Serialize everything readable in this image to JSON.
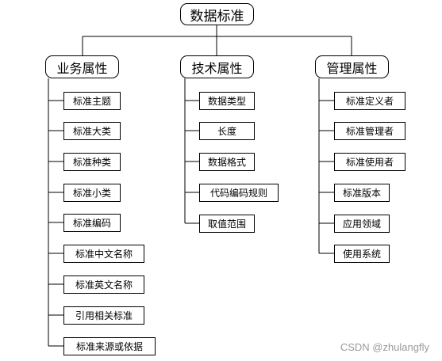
{
  "diagram": {
    "root": "数据标准",
    "categories": [
      {
        "label": "业务属性",
        "items": [
          "标准主题",
          "标准大类",
          "标准种类",
          "标准小类",
          "标准编码",
          "标准中文名称",
          "标准英文名称",
          "引用相关标准",
          "标准来源或依据"
        ]
      },
      {
        "label": "技术属性",
        "items": [
          "数据类型",
          "长度",
          "数据格式",
          "代码编码规则",
          "取值范围"
        ]
      },
      {
        "label": "管理属性",
        "items": [
          "标准定义者",
          "标准管理者",
          "标准使用者",
          "标准版本",
          "应用领域",
          "使用系统"
        ]
      }
    ]
  },
  "watermark": "CSDN @zhulangfly"
}
